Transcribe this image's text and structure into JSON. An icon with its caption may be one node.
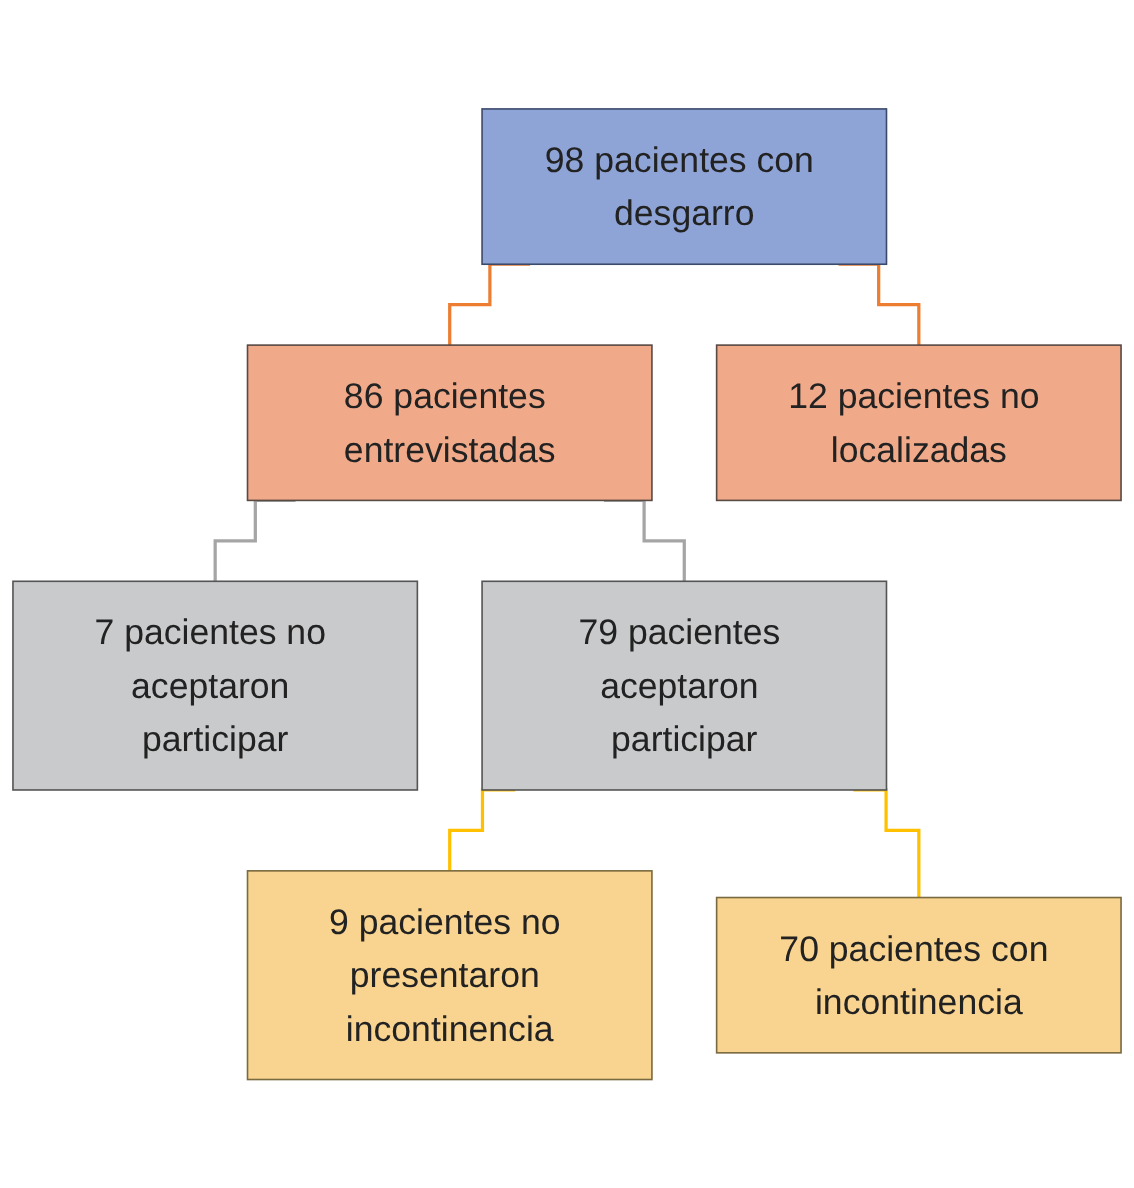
{
  "diagram": {
    "nodes": [
      {
        "text": [
          "98 pacientes con desgarro"
        ]
      },
      {
        "text": [
          "86 pacientes entrevistadas"
        ]
      },
      {
        "text": [
          "12 pacientes no localizadas"
        ]
      },
      {
        "text": [
          "7 pacientes no aceptaron participar"
        ]
      },
      {
        "text": [
          "79 pacientes aceptaron participar"
        ]
      },
      {
        "text": [
          "9 pacientes no presentaron incontinencia"
        ]
      },
      {
        "text": [
          "70 pacientes con incontinencia"
        ]
      }
    ],
    "edges": [
      {
        "from": 0,
        "to": 1,
        "arrow": "none",
        "color": "#ed7d31"
      },
      {
        "from": 0,
        "to": 2,
        "arrow": "none",
        "color": "#ed7d31"
      },
      {
        "from": 1,
        "to": 3,
        "arrow": "none",
        "color": "#a5a5a5"
      },
      {
        "from": 1,
        "to": 4,
        "arrow": "none",
        "color": "#a5a5a5"
      },
      {
        "from": 4,
        "to": 5,
        "arrow": "none",
        "color": "#ffc000"
      },
      {
        "from": 4,
        "to": 6,
        "arrow": "none",
        "color": "#ffc000"
      }
    ]
  }
}
